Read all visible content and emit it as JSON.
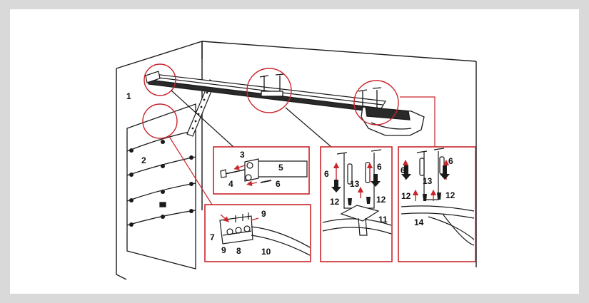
{
  "colors": {
    "background": "#d9d9d9",
    "canvas": "#ffffff",
    "line": "#1a1a1a",
    "callout": "#c9252b",
    "arrow": "#c9252b"
  },
  "labels": {
    "wall": "1",
    "door": "2",
    "bracket_hole": "3",
    "bolt": "4",
    "header_bracket": "5",
    "nut_left": "6",
    "hanger_nut_left_a": "6",
    "hanger_nut_right_a": "6",
    "hanger_nut_left_b": "6",
    "hanger_nut_right_b": "6",
    "door_bracket_pin": "7",
    "door_bracket": "8",
    "clevis_pin_top": "9",
    "clevis_pin_bottom": "9",
    "door_arm": "10",
    "rail": "11",
    "hanger_bolt_left_a": "12",
    "hanger_bolt_right_a": "12",
    "hanger_bolt_left_b": "12",
    "hanger_bolt_right_b": "12",
    "hanger_strap_a": "13",
    "hanger_strap_b": "13",
    "motor_unit": "14"
  },
  "icons": {
    "up_arrow": "arrow-up-icon",
    "down_arrow": "arrow-down-icon",
    "bolt": "bolt-icon"
  }
}
